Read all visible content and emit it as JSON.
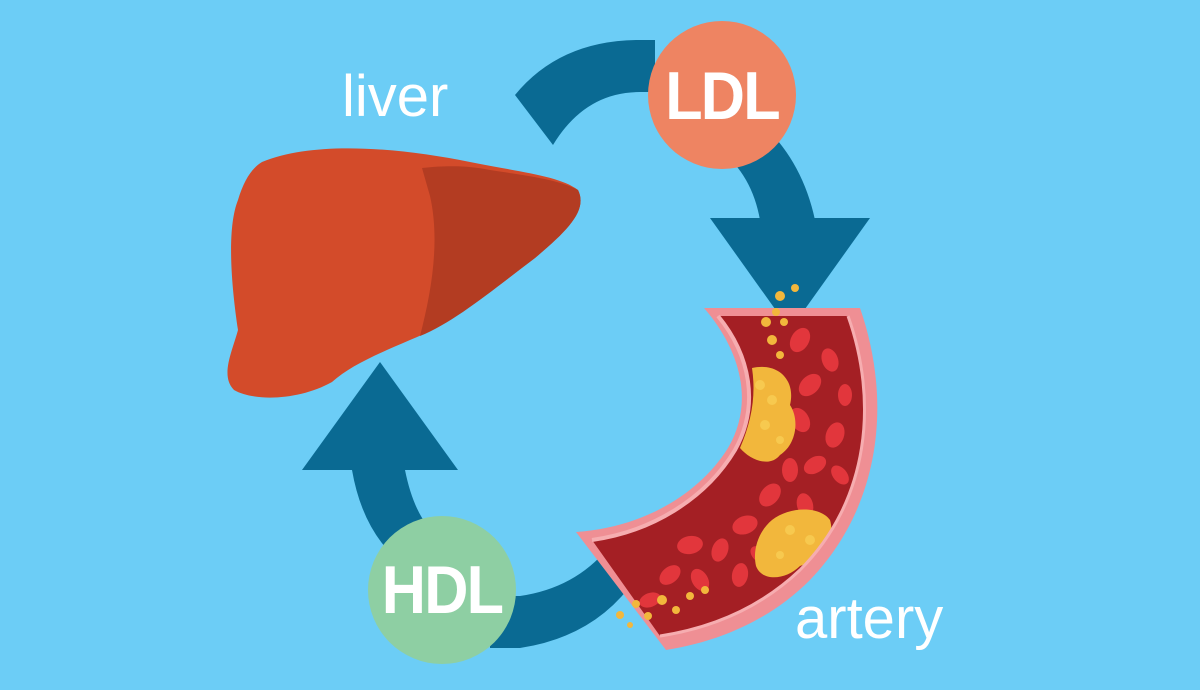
{
  "labels": {
    "liver": "liver",
    "artery": "artery"
  },
  "badges": {
    "ldl": {
      "text": "LDL",
      "color": "#ee8462"
    },
    "hdl": {
      "text": "HDL",
      "color": "#8ecfa3"
    }
  },
  "colors": {
    "background": "#6ccdf6",
    "arrow": "#0a6a93",
    "liver_light": "#d34b2a",
    "liver_dark": "#b33c22",
    "artery_wall": "#ef8f94",
    "blood": "#a41f24",
    "red_cell": "#e2363c",
    "plaque": "#f2b73c"
  },
  "icons": [
    "liver-icon",
    "artery-icon",
    "arrow-icon"
  ]
}
